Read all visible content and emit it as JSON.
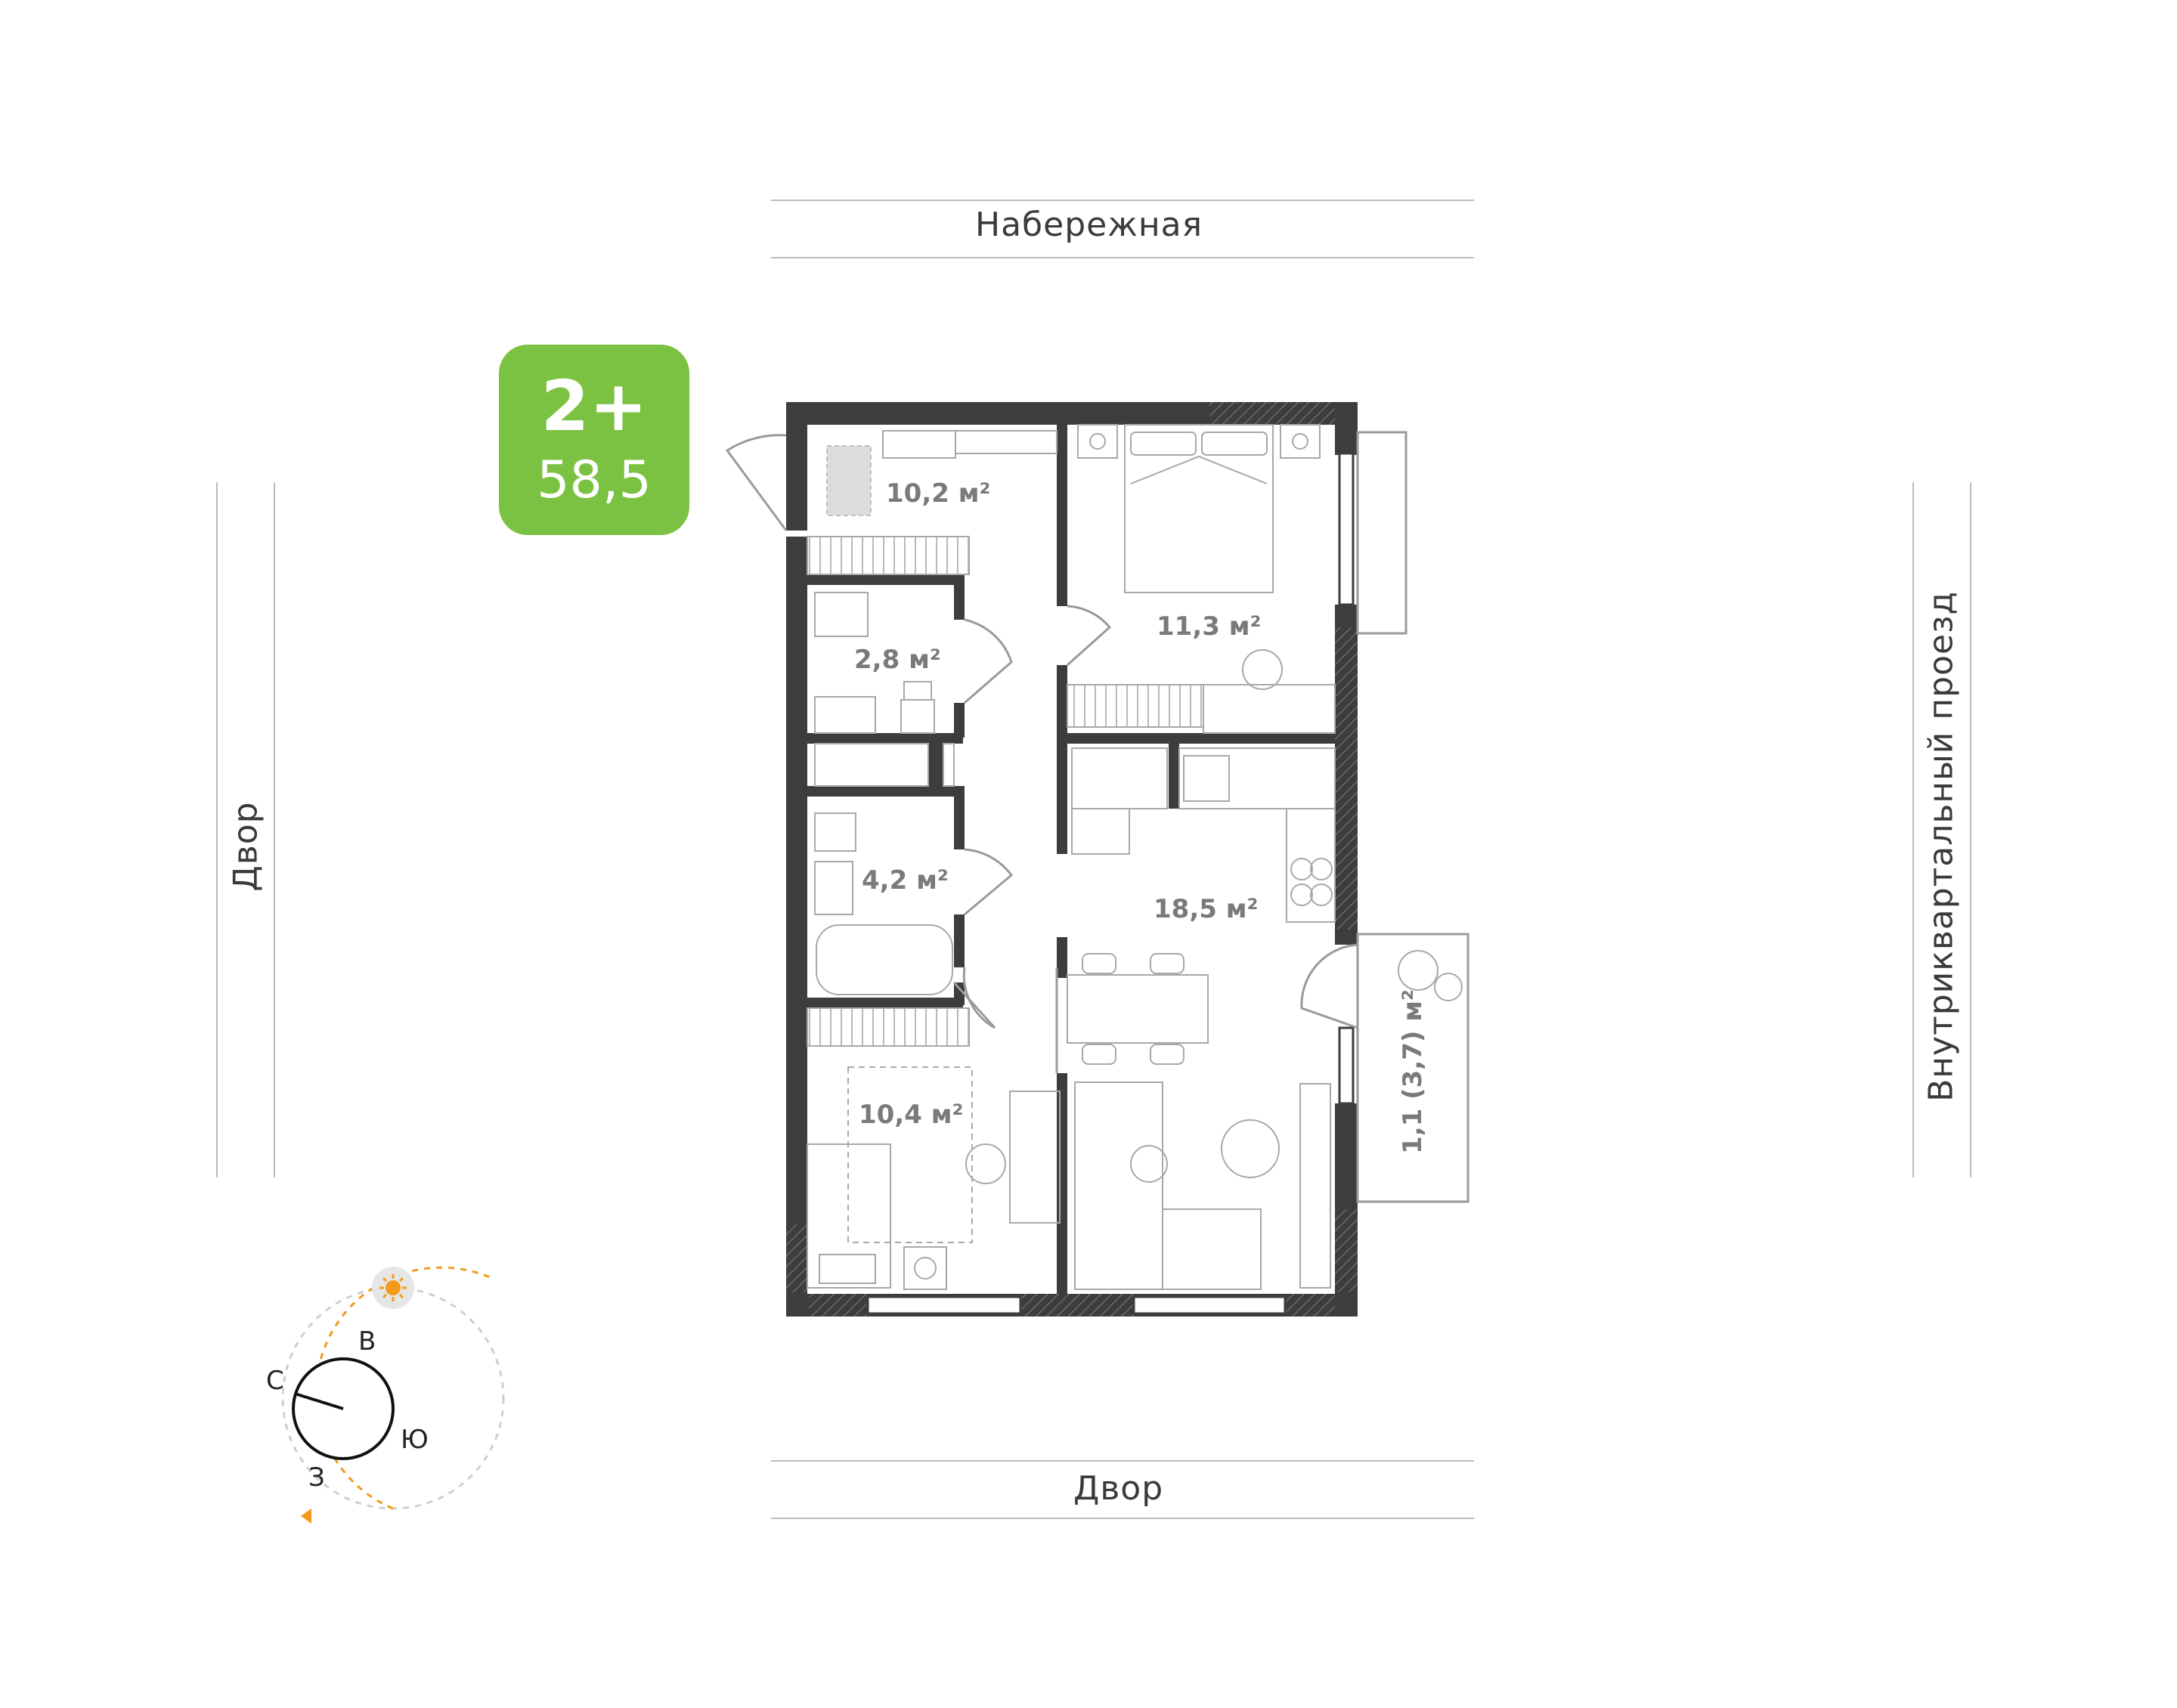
{
  "badge": {
    "rooms": "2+",
    "area": "58,5",
    "color": "#7cc242"
  },
  "streets": {
    "top": "Набережная",
    "bottom": "Двор",
    "left": "Двор",
    "right": "Внутриквартальный проезд"
  },
  "rooms": {
    "hall": "10,2 м²",
    "bedroom": "11,3 м²",
    "wc": "2,8 м²",
    "bath": "4,2 м²",
    "kitchen_living": "18,5 м²",
    "child_room": "10,4 м²",
    "balcony": "1,1 (3,7) м²"
  },
  "compass": {
    "n": "С",
    "e": "В",
    "s": "Ю",
    "w": "З",
    "sun_color": "#f29a1a"
  },
  "colors": {
    "wall": "#3d3d3d",
    "furniture": "#9a9a9a",
    "label": "#7a7a7a"
  }
}
